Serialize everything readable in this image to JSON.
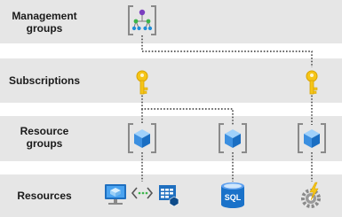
{
  "levels": [
    {
      "label_line1": "Management",
      "label_line2": "groups"
    },
    {
      "label_line1": "Subscriptions",
      "label_line2": ""
    },
    {
      "label_line1": "Resource",
      "label_line2": "groups"
    },
    {
      "label_line1": "Resources",
      "label_line2": ""
    }
  ],
  "icons": {
    "sql_text": "SQL"
  },
  "colors": {
    "band": "#e6e6e6",
    "azure_blue": "#0078d4",
    "cube_light": "#5ea0ef",
    "key_yellow": "#f5c518",
    "mgmt_purple": "#7b3fbf",
    "mgmt_green": "#3ab54a"
  }
}
